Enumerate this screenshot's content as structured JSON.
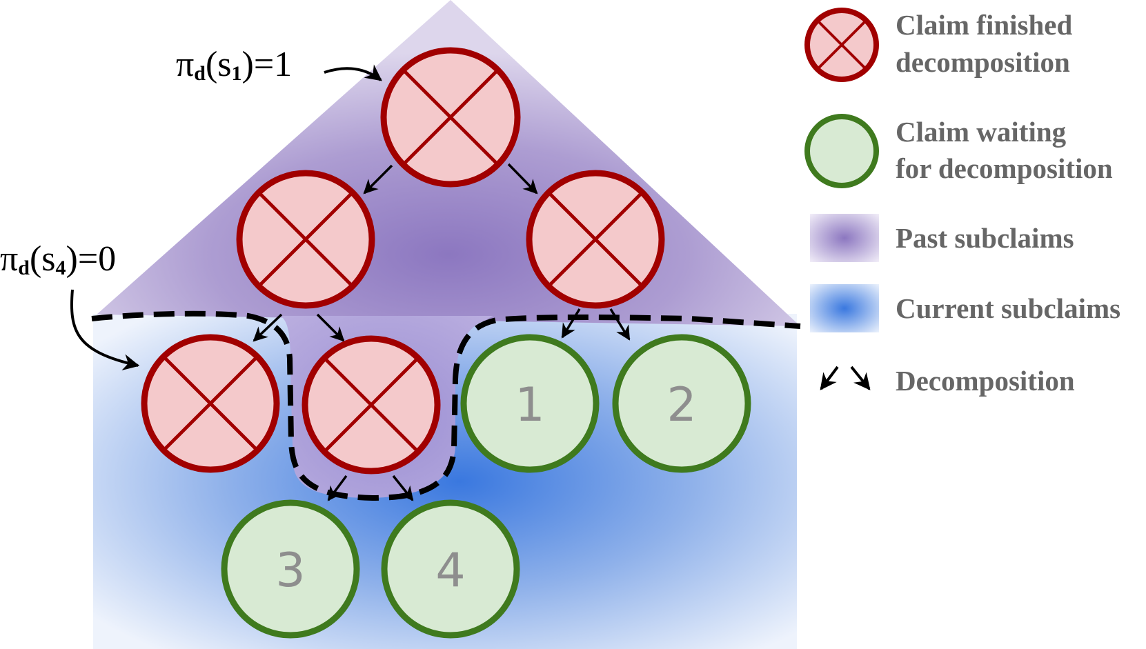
{
  "annotations": {
    "pi_s1": {
      "pi": "π",
      "d": "d",
      "open": "(s",
      "sub": "1",
      "close": ")=1"
    },
    "pi_s4": {
      "pi": "π",
      "d": "d",
      "open": "(s",
      "sub": "4",
      "close": ")=0"
    }
  },
  "claims": {
    "waiting_labels": [
      "1",
      "2",
      "3",
      "4"
    ]
  },
  "legend": {
    "finished": {
      "line1": "Claim finished",
      "line2": "decomposition"
    },
    "waiting": {
      "line1": "Claim waiting",
      "line2": "for decomposition"
    },
    "past": "Past subclaims",
    "current": "Current subclaims",
    "decomposition": "Decomposition"
  },
  "colors": {
    "finished_fill": "#f4c9cb",
    "finished_stroke": "#a10000",
    "waiting_fill": "#d8ead3",
    "waiting_stroke": "#3f7a1e",
    "past_region": "#9b86c6",
    "current_region": "#3e7ee0",
    "number_text": "#8e8e8e",
    "legend_text": "#666666"
  }
}
